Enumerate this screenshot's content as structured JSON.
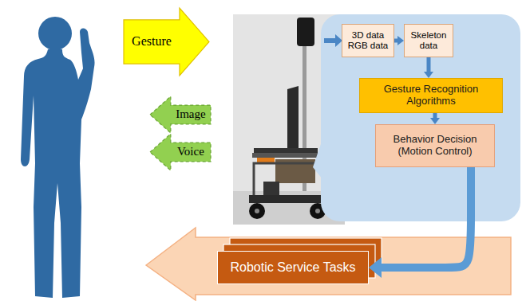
{
  "diagram": {
    "nodes": [
      {
        "text": [
          "Gesture"
        ]
      },
      {
        "text": [
          "Image"
        ]
      },
      {
        "text": [
          "Voice"
        ]
      },
      {
        "text": [
          "3D data RGB data"
        ]
      },
      {
        "text": [
          "Skeleton data"
        ]
      },
      {
        "text": [
          "Gesture Recognition Algorithms"
        ]
      },
      {
        "text": [
          "Behavior Decision (Motion Control)"
        ]
      },
      {
        "text": [
          "Robotic Service Tasks"
        ]
      }
    ],
    "edges": [
      {
        "from": 3,
        "to": 4,
        "arrow": "to"
      },
      {
        "from": 4,
        "to": 5,
        "arrow": "to"
      },
      {
        "from": 5,
        "to": 6,
        "arrow": "to"
      },
      {
        "from": 6,
        "to": 7,
        "arrow": "to"
      }
    ]
  }
}
